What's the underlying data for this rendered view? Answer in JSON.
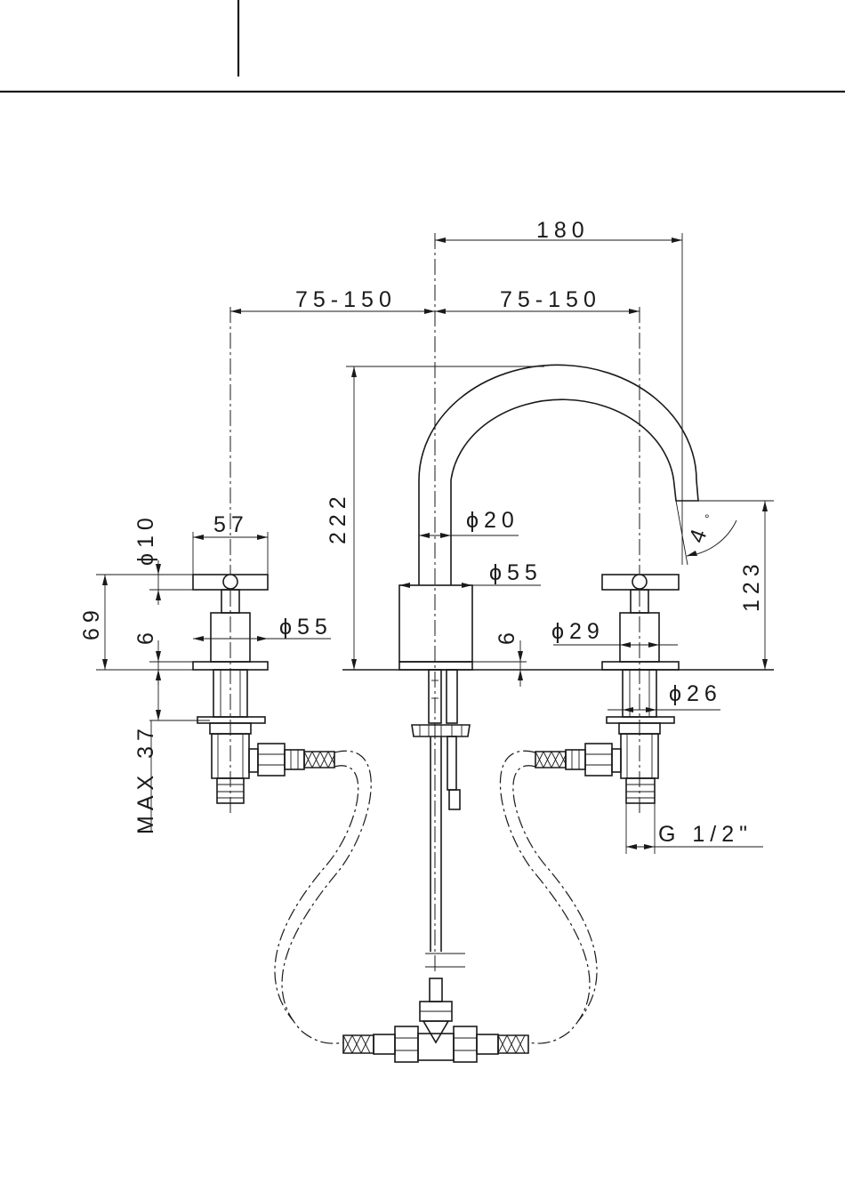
{
  "dimensions": {
    "overall_width": "180",
    "left_spacing": "75-150",
    "right_spacing": "75-150",
    "spout_height": "222",
    "spout_outlet_height": "123",
    "spout_angle": "4",
    "spout_angle_unit": "°",
    "handle_width": "57",
    "handle_lever_dia": "ϕ10",
    "handle_height": "69",
    "left_plate_thick": "6",
    "left_base_dia": "ϕ55",
    "left_below_deck": "MAX 37",
    "spout_tube_dia": "ϕ20",
    "spout_base_dia": "ϕ55",
    "spout_plate_thick": "6",
    "right_shank_dia": "ϕ29",
    "right_tail_dia": "ϕ26",
    "thread": "G 1/2\""
  }
}
